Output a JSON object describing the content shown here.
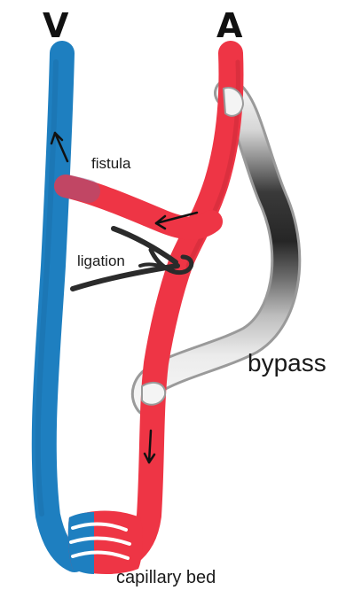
{
  "labels": {
    "vein": "V",
    "artery": "A",
    "fistula": "fistula",
    "ligation": "ligation",
    "bypass": "bypass",
    "capillary_bed": "capillary bed"
  },
  "colors": {
    "vein": "#1e7fc0",
    "artery": "#ee3545",
    "artery_dark": "#cf2b3a",
    "ligature": "#2b2b2b",
    "bypass_light": "#f0f0f0",
    "bypass_dark": "#2a2a2a",
    "text": "#1a1a1a"
  },
  "icons": {
    "flow_arrow": "flow-arrow-icon",
    "ligature_clamp": "ligature-icon"
  }
}
